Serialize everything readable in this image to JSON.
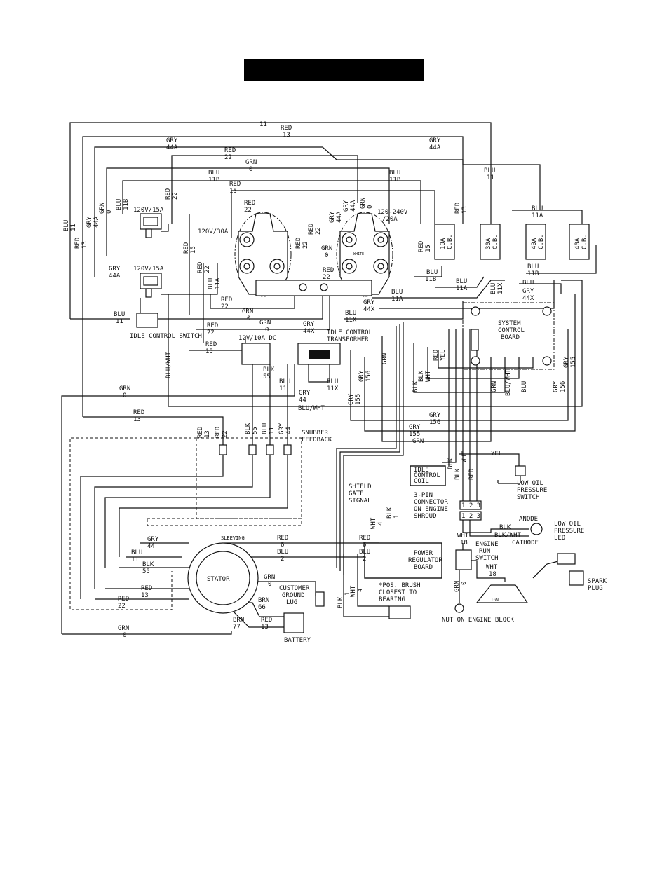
{
  "labels": {
    "top_11": "11",
    "red": "RED",
    "blu": "BLU",
    "gry": "GRY",
    "grn": "GRN",
    "blk": "BLK",
    "wht": "WHT",
    "yel": "YEL",
    "brn": "BRN",
    "blu_wht": "BLU/WHT",
    "blk_wht": "BLK/WHT",
    "n13": "13",
    "n44a": "44A",
    "n22": "22",
    "n0": "0",
    "n11b": "11B",
    "n15": "15",
    "n11": "11",
    "n11a": "11A",
    "n44x": "44X",
    "n11x": "11X",
    "n55": "55",
    "n44": "44",
    "n156": "156",
    "n155": "155",
    "n6": "6",
    "n2": "2",
    "n4": "4",
    "n1": "1",
    "n18": "18",
    "n66": "66",
    "n77": "77",
    "r120_15": "120V/15A",
    "r120_15b": "120V/15A",
    "r120_30": "120V/30A",
    "r120_240": "120-240V",
    "r20a": "/20A",
    "white": "WHITE",
    "cb10a": "10A",
    "cb30a": "30A",
    "cb40a": "40A",
    "cb40b": "40A",
    "cb": "C.B.",
    "dc": "12V/10A DC",
    "idle_switch": "IDLE CONTROL SWITCH",
    "idle_xfmr_1": "IDLE CONTROL",
    "idle_xfmr_2": "TRANSFORMER",
    "scb_1": "SYSTEM",
    "scb_2": "CONTROL",
    "scb_3": "BOARD",
    "snubber_1": "SNUBBER",
    "snubber_2": "FEEDBACK",
    "shield_1": "SHIELD",
    "shield_2": "GATE",
    "shield_3": "SIGNAL",
    "idle_coil_1": "IDLE",
    "idle_coil_2": "CONTROL",
    "idle_coil_3": "COIL",
    "lop_1": "LOW OIL",
    "lop_2": "PRESSURE",
    "lop_3": "SWITCH",
    "pin3_1": "3-PIN",
    "pin3_2": "CONNECTOR",
    "pin3_3": "ON ENGINE",
    "pin3_4": "SHROUD",
    "anode": "ANODE",
    "cathode": "CATHODE",
    "led_1": "LOW OIL",
    "led_2": "PRESSURE",
    "led_3": "LED",
    "ers_1": "ENGINE",
    "ers_2": "RUN",
    "ers_3": "SWITCH",
    "prb_1": "POWER",
    "prb_2": "REGULATOR",
    "prb_3": "BOARD",
    "brush_1": "*POS. BRUSH",
    "brush_2": "CLOSEST TO",
    "brush_3": "BEARING",
    "spark_1": "SPARK",
    "spark_2": "PLUG",
    "sleeving": "SLEEVING",
    "stator": "STATOR",
    "cgl_1": "CUSTOMER",
    "cgl_2": "GROUND",
    "cgl_3": "LUG",
    "battery": "BATTERY",
    "nut": "NUT ON ENGINE BLOCK",
    "ign": "IGN",
    "pins": "1 2 3"
  }
}
